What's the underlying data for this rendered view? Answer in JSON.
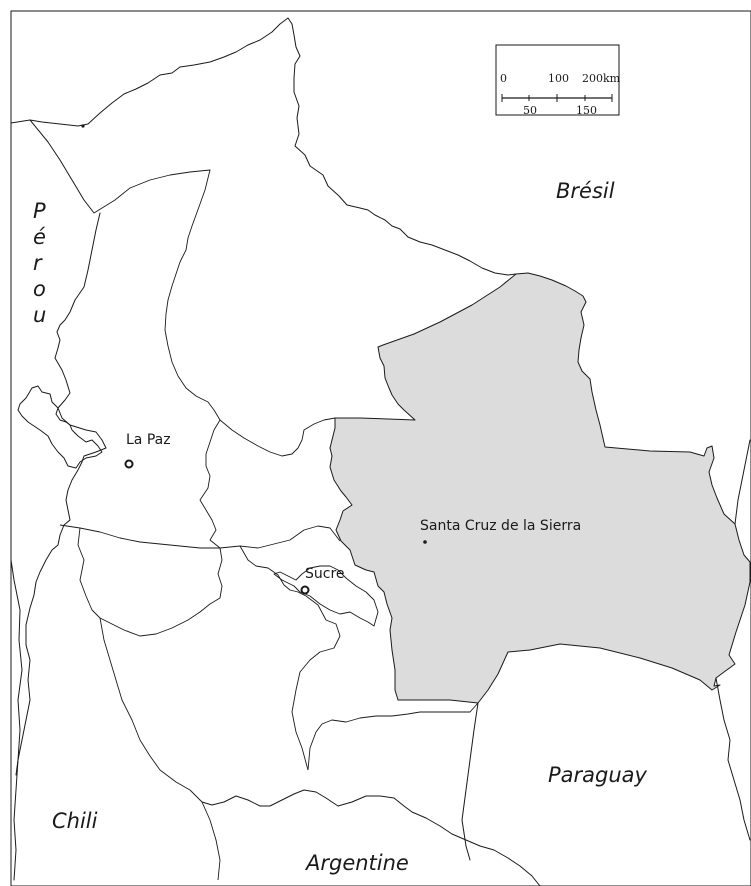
{
  "map": {
    "countries": {
      "bresil": "Brésil",
      "perou_letters": [
        "P",
        "é",
        "r",
        "o",
        "u"
      ],
      "chili": "Chili",
      "argentine": "Argentine",
      "paraguay": "Paraguay"
    },
    "cities": {
      "la_paz": "La Paz",
      "sucre": "Sucre",
      "santa_cruz": "Santa Cruz de la Sierra"
    },
    "scale": {
      "top": [
        "0",
        "100",
        "200km"
      ],
      "bottom": [
        "50",
        "150"
      ]
    },
    "colors": {
      "highlight_region": "#dcdcdc",
      "lines": "#1a1a1a",
      "background": "#ffffff"
    }
  }
}
